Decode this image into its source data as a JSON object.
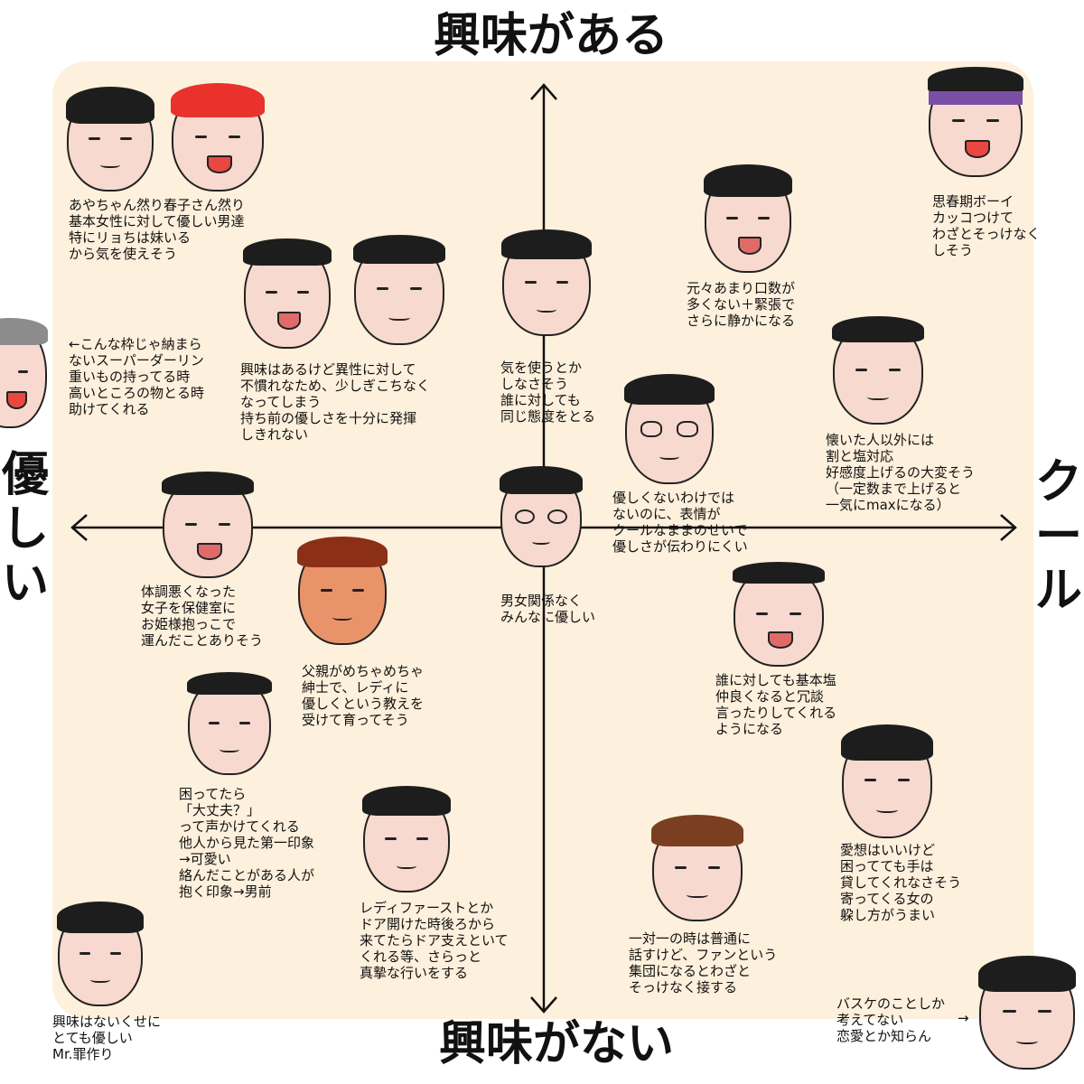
{
  "axes": {
    "top": "興味がある",
    "bottom": "興味がない",
    "left": "優しい",
    "right": "クール"
  },
  "notes": [
    "あやちゃん然り春子さん然り\n基本女性に対して優しい男達\n特にリョちは妹いる\nから気を使えそう",
    "←こんな枠じゃ納まら\nないスーパーダーリン\n重いもの持ってる時\n高いところの物とる時\n助けてくれる",
    "興味はあるけど異性に対して\n不慣れなため、少しぎこちなく\nなってしまう\n持ち前の優しさを十分に発揮\nしきれない",
    "気を使うとか\nしなさそう\n誰に対しても\n同じ態度をとる",
    "元々あまり口数が\n多くない＋緊張で\nさらに静かになる",
    "思春期ボーイ\nカッコつけて\nわざとそっけなく\nしそう",
    "懐いた人以外には\n割と塩対応\n好感度上げるの大変そう\n（一定数まで上げると\n一気にmaxになる）",
    "優しくないわけでは\nないのに、表情が\nクールなままのせいで\n優しさが伝わりにくい",
    "男女関係なく\nみんなに優しい",
    "体調悪くなった\n女子を保健室に\nお姫様抱っこで\n運んだことありそう",
    "父親がめちゃめちゃ\n紳士で、レディに\n優しくという教えを\n受けて育ってそう",
    "誰に対しても基本塩\n仲良くなると冗談\n言ったりしてくれる\nようになる",
    "困ってたら\n「大丈夫？」\nって声かけてくれる\n他人から見た第一印象\n→可愛い\n絡んだことがある人が\n抱く印象→男前",
    "レディファーストとか\nドア開けた時後ろから\n来てたらドア支えといて\nくれる等、さらっと\n真摯な行いをする",
    "一対一の時は普通に\n話すけど、ファンという\n集団になるとわざと\nそっけなく接する",
    "愛想はいいけど\n困ってても手は\n貸してくれなさそう\n寄ってくる女の\n躱し方がうまい",
    "興味はないくせに\nとても優しい\nMr.罪作り",
    "バスケのことしか\n考えてない\n恋愛とか知らん"
  ],
  "arrow_text": "→",
  "colors": {
    "panel": "#fdf0dc",
    "ink": "#111111",
    "red_hair": "#e8322b",
    "headband": "#7b4fa6",
    "skin": "#f8d9cf",
    "tan_skin": "#e8936a"
  }
}
